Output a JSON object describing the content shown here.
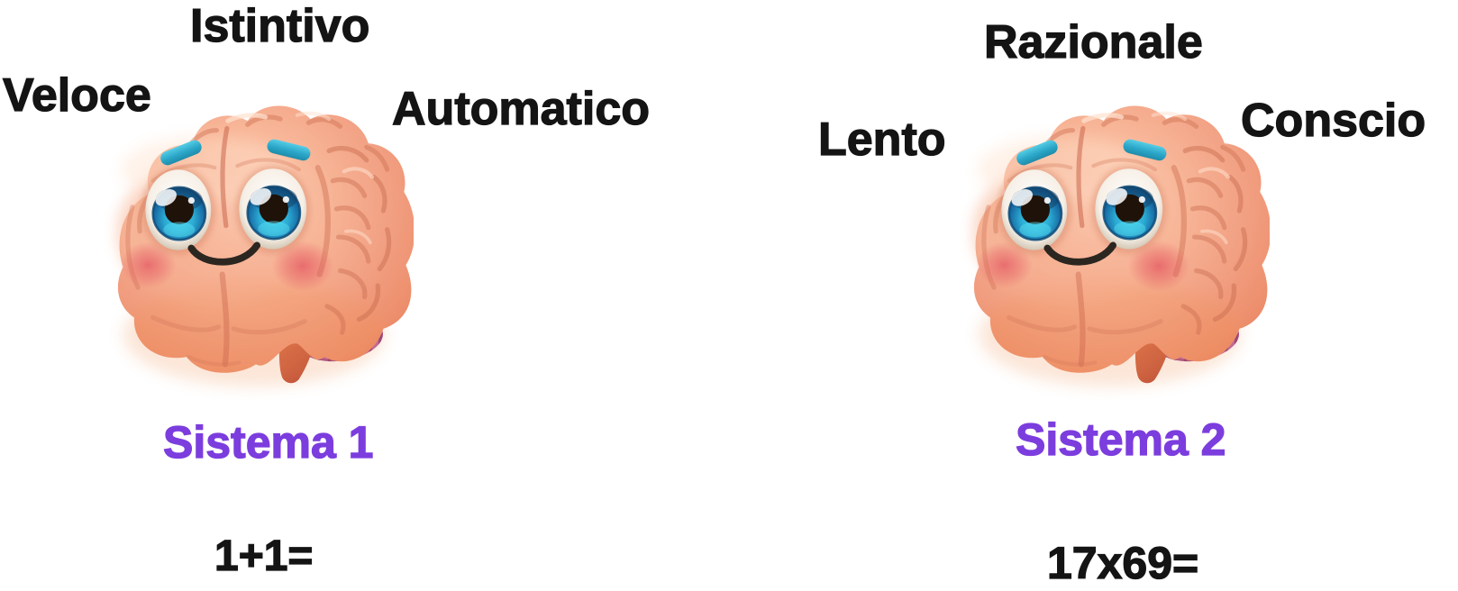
{
  "figure": {
    "background": "#ffffff",
    "text_color": "#141414",
    "accent_purple": "#7c3dde",
    "panels": [
      {
        "key": "system-1",
        "trait_top": "Istintivo",
        "trait_left": "Veloce",
        "trait_right": "Automatico",
        "system_name": "Sistema 1",
        "math_expression": "1+1=",
        "illustration_icon": "cartoon-brain-happy-face"
      },
      {
        "key": "system-2",
        "trait_top": "Razionale",
        "trait_left": "Lento",
        "trait_right": "Conscio",
        "system_name": "Sistema 2",
        "math_expression": "17x69=",
        "illustration_icon": "cartoon-brain-happy-face"
      }
    ]
  }
}
